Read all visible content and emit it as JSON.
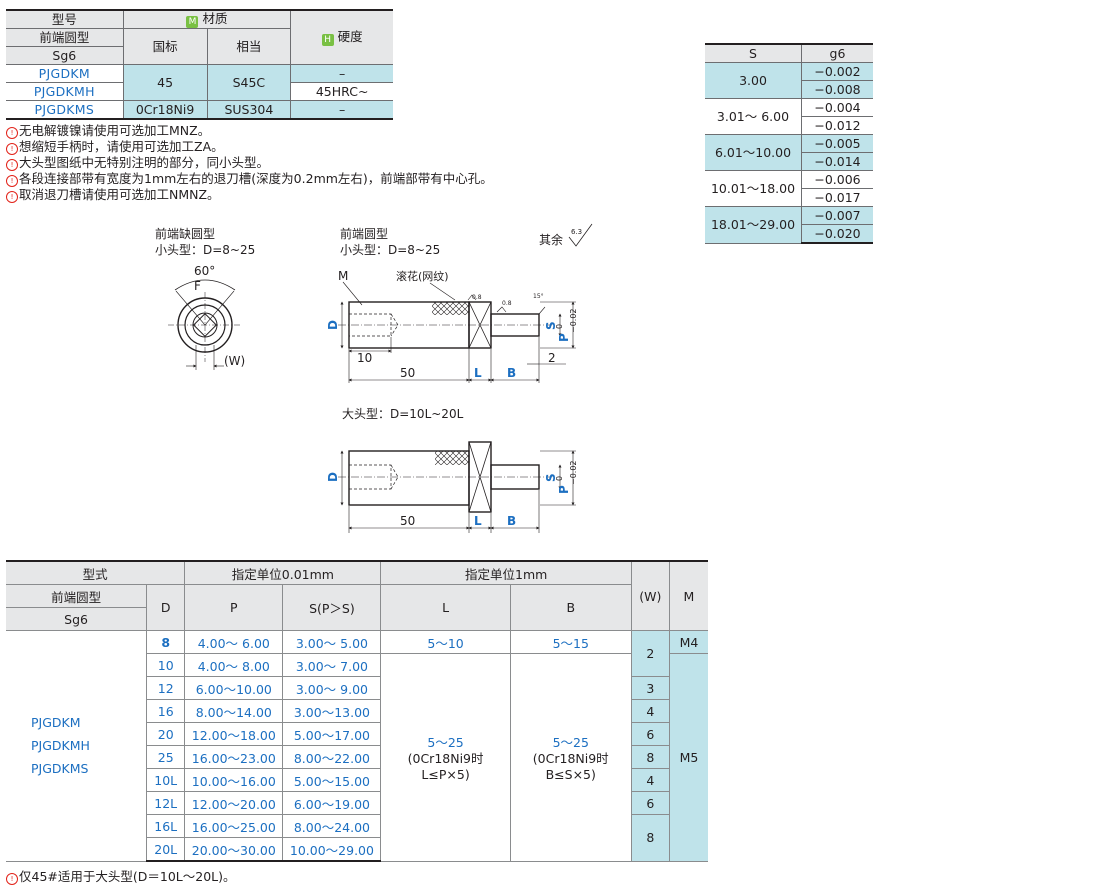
{
  "material_table": {
    "h_model": "型号",
    "h_material": "材质",
    "h_material_badge": "M",
    "h_hardness": "硬度",
    "h_hardness_badge": "H",
    "h_front_type": "前端圆型",
    "h_sg6": "Sg6",
    "h_gb": "国标",
    "h_equiv": "相当",
    "rows": [
      {
        "model": "PJGDKM",
        "gb": "45",
        "equiv": "S45C",
        "hardness": "–"
      },
      {
        "model": "PJGDKMH",
        "hardness": "45HRC~"
      },
      {
        "model": "PJGDKMS",
        "gb": "0Cr18Ni9",
        "equiv": "SUS304",
        "hardness": "–"
      }
    ]
  },
  "notes": [
    {
      "mark": "!",
      "text": "无电解镀镍请使用可选加工MNZ。"
    },
    {
      "mark": "!",
      "text": "想缩短手柄时，请使用可选加工ZA。"
    },
    {
      "mark": "!",
      "text": "大头型图纸中无特别注明的部分，同小头型。"
    },
    {
      "mark": "!",
      "text": "各段连接部带有宽度为1mm左右的退刀槽(深度为0.2mm左右)，前端部带有中心孔。"
    },
    {
      "mark": "!",
      "text": "取消退刀槽请使用可选加工NMNZ。"
    }
  ],
  "tolerance_table": {
    "h_s": "S",
    "h_g6": "g6",
    "rows": [
      {
        "range": "3.00",
        "upper": "−0.002",
        "lower": "−0.008"
      },
      {
        "range": "3.01～ 6.00",
        "upper": "−0.004",
        "lower": "−0.012"
      },
      {
        "range": "6.01～10.00",
        "upper": "−0.005",
        "lower": "−0.014"
      },
      {
        "range": "10.01～18.00",
        "upper": "−0.006",
        "lower": "−0.017"
      },
      {
        "range": "18.01～29.00",
        "upper": "−0.007",
        "lower": "−0.020"
      }
    ]
  },
  "drawing": {
    "left_title": "前端缺圆型",
    "left_subtitle": "小头型：D=8~25",
    "angle": "60°",
    "f_label": "F",
    "w_label": "(W)",
    "right_title": "前端圆型",
    "right_subtitle": "小头型：D=8~25",
    "rest_label": "其余",
    "rest_value": "6.3",
    "m_label": "M",
    "knurl_label": "滚花(网纹)",
    "roughness_1": "0.8",
    "roughness_2": "0.8",
    "angle_15": "15°",
    "d_label": "D",
    "s_label": "S",
    "p_label": "P",
    "p_tol_upper": "0",
    "p_tol_lower": "−0.02",
    "dim_10": "10",
    "dim_2": "2",
    "dim_50": "50",
    "l_label": "L",
    "b_label": "B",
    "large_subtitle": "大头型：D=10L~20L"
  },
  "main_table": {
    "h_type": "型式",
    "h_unit001": "指定单位0.01mm",
    "h_unit1": "指定单位1mm",
    "h_w": "(W)",
    "h_m": "M",
    "h_front": "前端圆型",
    "h_d": "D",
    "h_p": "P",
    "h_s": "S(P＞S)",
    "h_l": "L",
    "h_b": "B",
    "h_sg6": "Sg6",
    "models": [
      "PJGDKM",
      "PJGDKMH",
      "PJGDKMS"
    ],
    "rows": [
      {
        "d": "8",
        "p": "4.00～ 6.00",
        "s": "3.00～ 5.00"
      },
      {
        "d": "10",
        "p": "4.00～ 8.00",
        "s": "3.00～ 7.00"
      },
      {
        "d": "12",
        "p": "6.00～10.00",
        "s": "3.00～ 9.00"
      },
      {
        "d": "16",
        "p": "8.00～14.00",
        "s": "3.00～13.00"
      },
      {
        "d": "20",
        "p": "12.00～18.00",
        "s": "5.00～17.00"
      },
      {
        "d": "25",
        "p": "16.00～23.00",
        "s": "8.00～22.00"
      },
      {
        "d": "10L",
        "p": "10.00～16.00",
        "s": "5.00～15.00"
      },
      {
        "d": "12L",
        "p": "12.00～20.00",
        "s": "6.00～19.00"
      },
      {
        "d": "16L",
        "p": "16.00～25.00",
        "s": "8.00～24.00"
      },
      {
        "d": "20L",
        "p": "20.00～30.00",
        "s": "10.00～29.00"
      }
    ],
    "l_first": "5～10",
    "b_first": "5～15",
    "l_rest": "5～25",
    "l_rest_note": "(0Cr18Ni9时L≤P×5)",
    "b_rest": "5～25",
    "b_rest_note": "(0Cr18Ni9时B≤S×5)",
    "w_values": [
      "2",
      "3",
      "4",
      "6",
      "8",
      "4",
      "6",
      "8"
    ],
    "m_values": [
      "M4",
      "M5"
    ]
  },
  "footer_note": {
    "mark": "!",
    "text": "仅45#适用于大头型(D＝10L～20L)。"
  },
  "colors": {
    "header_gray": "#e6e7e8",
    "cell_blue": "#bfe3ea",
    "code_blue": "#1c6fc1",
    "note_red": "#e2231a",
    "badge_green": "#79c043"
  }
}
